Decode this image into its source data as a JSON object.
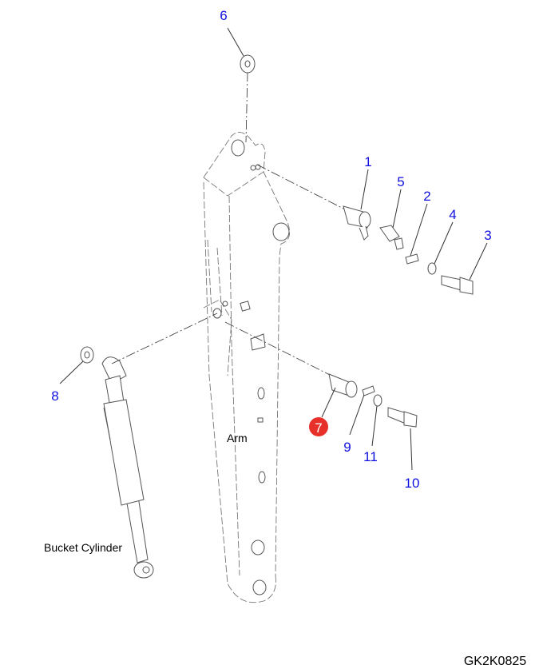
{
  "diagram": {
    "drawing_code": "GK2K0825",
    "labels": {
      "arm": "Arm",
      "bucket_cylinder": "Bucket Cylinder"
    },
    "callouts": [
      "1",
      "2",
      "3",
      "4",
      "5",
      "6",
      "7",
      "8",
      "9",
      "10",
      "11"
    ],
    "highlighted_callout": "7",
    "colors": {
      "callout_text": "#1010e0",
      "highlight": "#e8302a"
    }
  }
}
